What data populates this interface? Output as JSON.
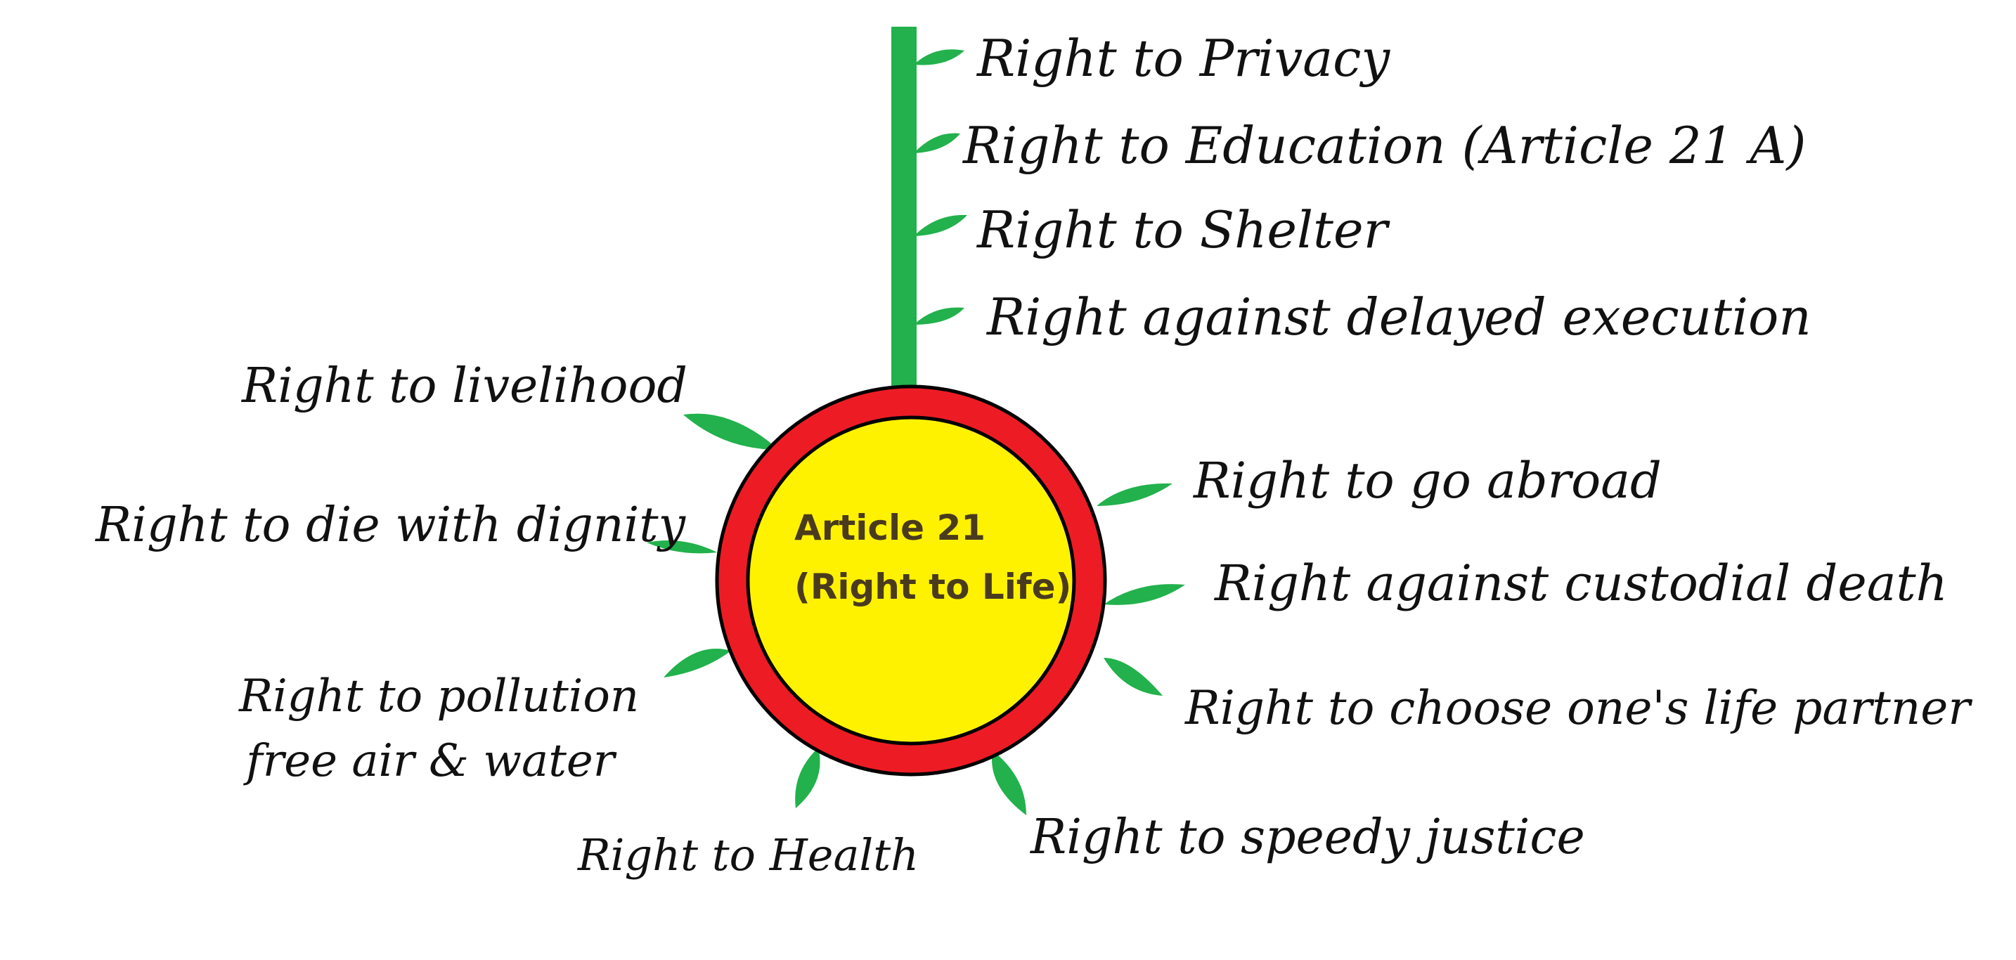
{
  "title": "",
  "center": {
    "line1": "Article 21",
    "line2": "(Right to Life)"
  },
  "stem_rights": [
    "Right to Privacy",
    "Right to Education (Article 21 A)",
    "Right to Shelter",
    "Right against delayed execution"
  ],
  "left_rights": [
    "Right to livelihood",
    "Right to die with dignity",
    "Right to pollution",
    "free air & water",
    "Right to Health"
  ],
  "right_rights": [
    "Right to go abroad",
    "Right against custodial death",
    "Right to choose one's life partner",
    "Right to speedy justice"
  ],
  "colors": {
    "stem": "#22b14c",
    "leaf": "#22b14c",
    "ring": "#ed1c24",
    "core": "#fff200",
    "outline": "#000000",
    "text": "#111111",
    "center_text": "#4a3b1e"
  }
}
